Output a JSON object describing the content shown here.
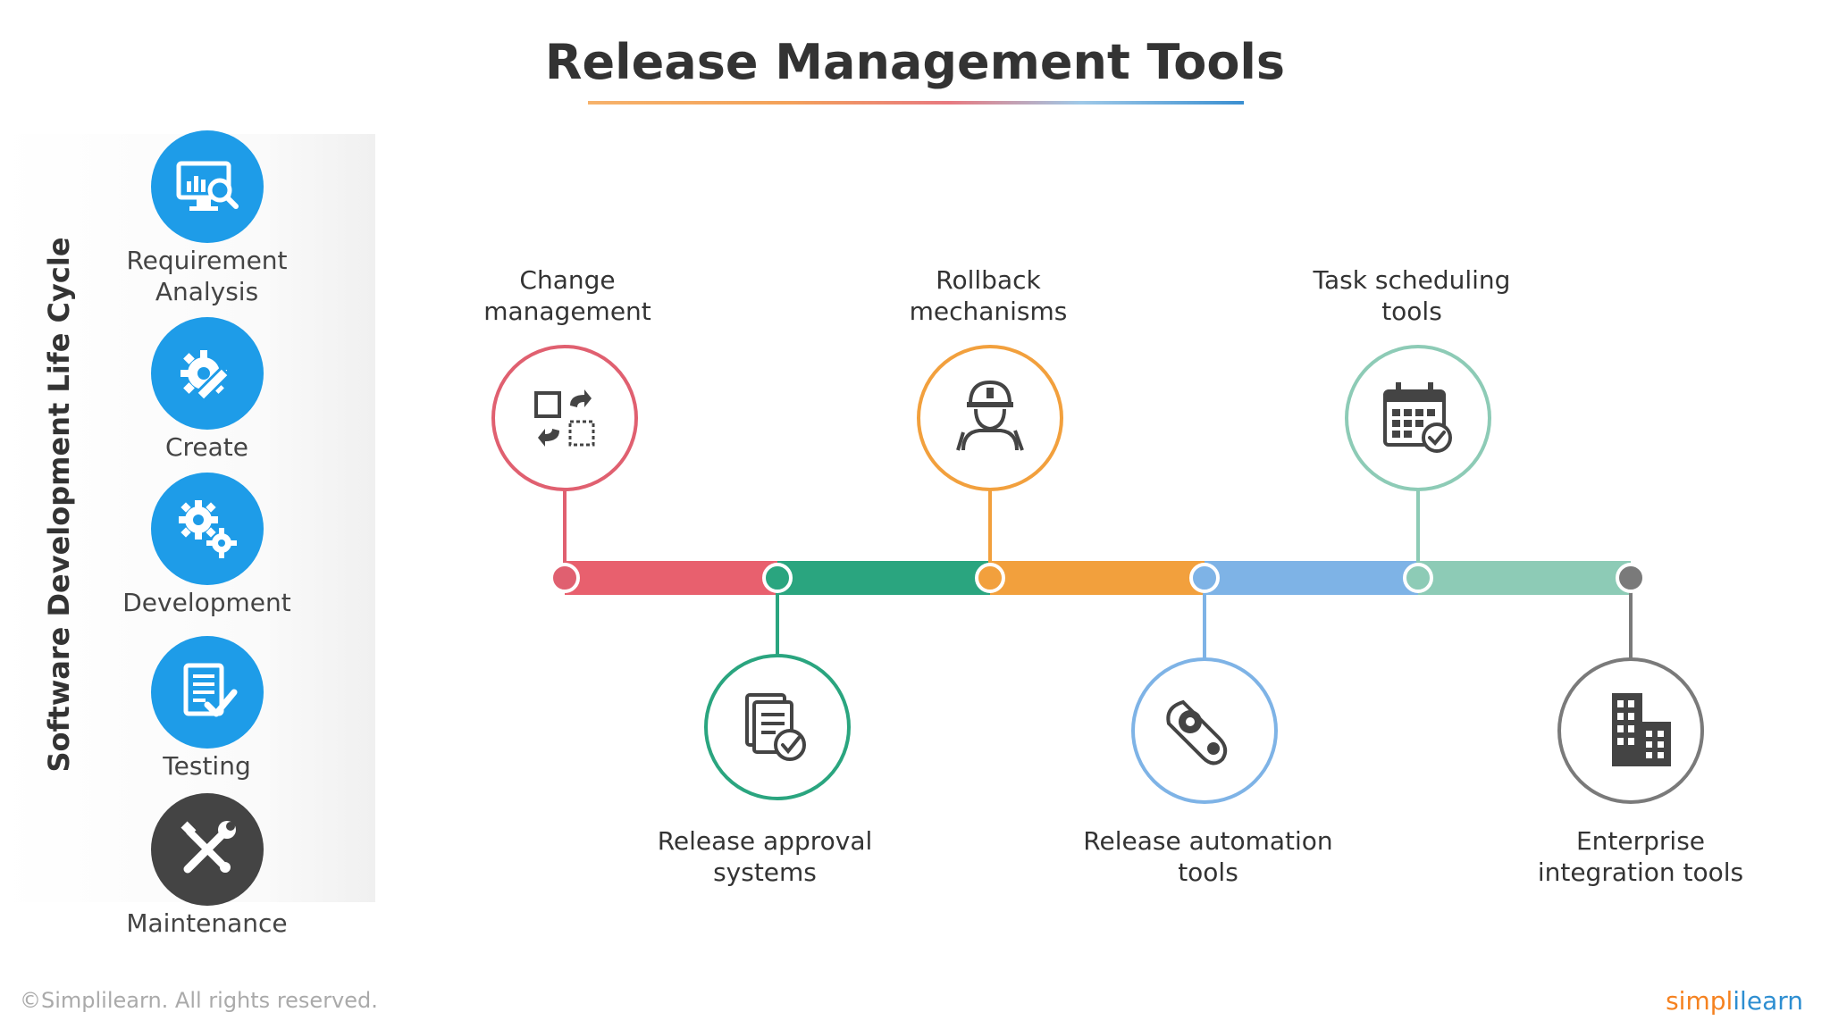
{
  "title": "Release Management Tools",
  "sidebar": {
    "vertical_label": "Software Development Life Cycle",
    "phases": [
      {
        "label_lines": [
          "Requirement",
          "Analysis"
        ],
        "icon": "monitor-analysis-icon",
        "color": "#1e9ce8"
      },
      {
        "label_lines": [
          "Create"
        ],
        "icon": "gear-pencil-icon",
        "color": "#1e9ce8"
      },
      {
        "label_lines": [
          "Development"
        ],
        "icon": "gears-icon",
        "color": "#1e9ce8"
      },
      {
        "label_lines": [
          "Testing"
        ],
        "icon": "document-check-icon",
        "color": "#1e9ce8"
      },
      {
        "label_lines": [
          "Maintenance"
        ],
        "icon": "tools-icon",
        "color": "#444444"
      }
    ]
  },
  "timeline": {
    "segment_colors": [
      "#e8606e",
      "#2aa57f",
      "#f2a03d",
      "#7eb3e6",
      "#8dcbb6"
    ],
    "end_color": "#7a7a7a",
    "nodes": [
      {
        "label_lines": [
          "Change",
          "management"
        ],
        "icon": "change-icon",
        "color": "#e06070"
      },
      {
        "label_lines": [
          "Release approval",
          "systems"
        ],
        "icon": "approval-icon",
        "color": "#2aa57f"
      },
      {
        "label_lines": [
          "Rollback",
          "mechanisms"
        ],
        "icon": "worker-icon",
        "color": "#f2a03d"
      },
      {
        "label_lines": [
          "Release automation",
          "tools"
        ],
        "icon": "automation-icon",
        "color": "#7eb3e6"
      },
      {
        "label_lines": [
          "Task scheduling",
          "tools"
        ],
        "icon": "calendar-icon",
        "color": "#8dcbb6"
      },
      {
        "label_lines": [
          "Enterprise",
          "integration tools"
        ],
        "icon": "building-icon",
        "color": "#7a7a7a"
      }
    ]
  },
  "footer": {
    "copyright": "©Simplilearn. All rights reserved.",
    "brand_part1": "simpl",
    "brand_part2": "ilearn"
  }
}
